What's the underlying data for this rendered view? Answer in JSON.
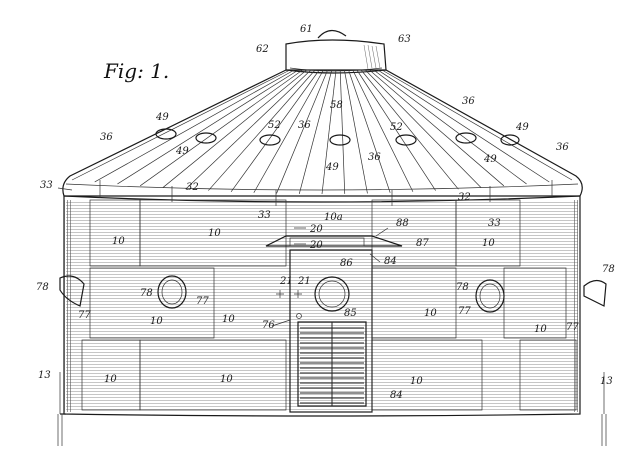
{
  "figure": {
    "title": "Fig: 1."
  },
  "labels": {
    "l61": "61",
    "l62": "62",
    "l63": "63",
    "l58": "58",
    "l36a": "36",
    "l36b": "36",
    "l36c": "36",
    "l36d": "36",
    "l36e": "36",
    "l49a": "49",
    "l49b": "49",
    "l49c": "49",
    "l49d": "49",
    "l49e": "49",
    "l52a": "52",
    "l52b": "52",
    "l33a": "33",
    "l33b": "33",
    "l33c": "33",
    "l32a": "32",
    "l32b": "32",
    "l10a": "10",
    "l10b": "10",
    "l10c": "10",
    "l10d": "10",
    "l10e": "10",
    "l10f": "10",
    "l10g": "10",
    "l10h": "10",
    "l10i": "10",
    "l10j": "10",
    "l10sup": "10a",
    "l20a": "20",
    "l20b": "20",
    "l88": "88",
    "l87": "87",
    "l84a": "84",
    "l84b": "84",
    "l86": "86",
    "l21a": "21",
    "l21b": "21",
    "l85": "85",
    "l76": "76",
    "l78a": "78",
    "l78b": "78",
    "l78c": "78",
    "l78d": "78",
    "l77a": "77",
    "l77b": "77",
    "l77c": "77",
    "l77d": "77",
    "l13a": "13",
    "l13b": "13"
  }
}
